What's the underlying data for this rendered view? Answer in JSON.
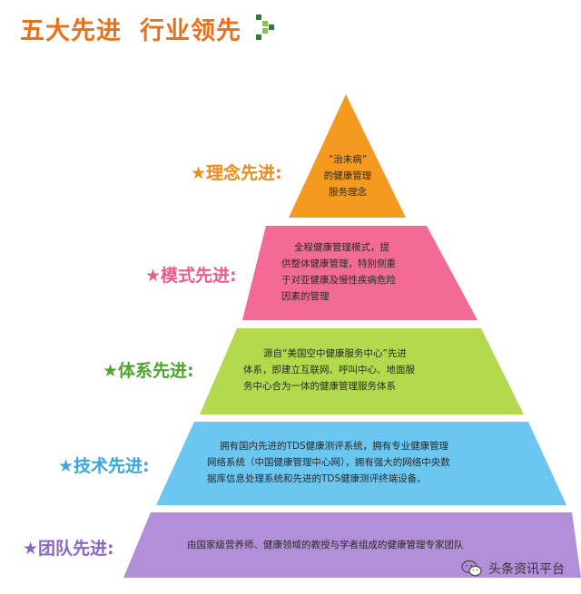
{
  "header": {
    "title_a": "五大先进",
    "title_b": "行业领先"
  },
  "tiers": [
    {
      "label": "★理念先进:",
      "color": "#f39a1f",
      "label_color": "#f08a16",
      "lines": [
        "“治未病”",
        "的健康管理",
        "服务理念"
      ]
    },
    {
      "label": "★模式先进:",
      "color": "#f46a96",
      "label_color": "#ec5b8c",
      "lines": [
        "全程健康管理模式，提",
        "供整体健康管理，特别侧重",
        "于对亚健康及慢性疾病危险",
        "因素的管理"
      ]
    },
    {
      "label": "★体系先进:",
      "color": "#b2da4c",
      "label_color": "#4ea52e",
      "lines": [
        "源自“美国空中健康服务中心”先进",
        "体系，即建立互联网、呼叫中心、地面服",
        "务中心合为一体的健康管理服务体系"
      ]
    },
    {
      "label": "★技术先进:",
      "color": "#6bc6f0",
      "label_color": "#3aa6de",
      "lines": [
        "拥有国内先进的TDS健康测评系统，拥有专业健康管理",
        "网络系统（中国健康管理中心网），拥有强大的网络中央数",
        "据库信息处理系统和先进的TDS健康测评终端设备。"
      ]
    },
    {
      "label": "★团队先进:",
      "color": "#b28fd8",
      "label_color": "#8b67c2",
      "lines": [
        "由国家级营养师、健康领域的教授与学者组成的健康管理专家团队"
      ]
    }
  ],
  "footer": {
    "text": "头条资讯平台",
    "icon": "wechat-icon"
  },
  "colors": {
    "title": "#e8721c",
    "mark_dark": "#2e7d32",
    "mark_light": "#8bc34a"
  }
}
